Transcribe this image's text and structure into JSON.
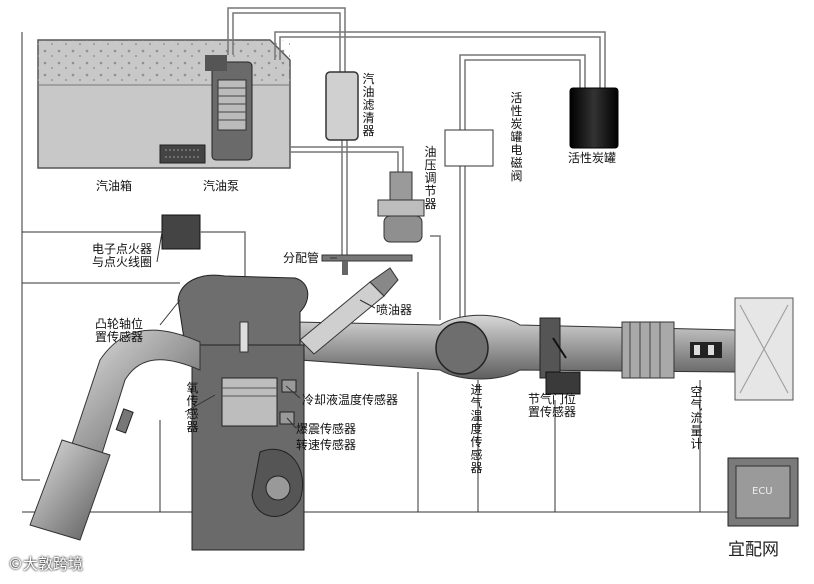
{
  "labels": {
    "fuel_tank": "汽油箱",
    "fuel_pump": "汽油泵",
    "fuel_filter": "汽油滤清器",
    "carbon_canister": "活性炭罐",
    "canister_solenoid": "活性炭罐电磁阀",
    "pressure_regulator": "油压调节器",
    "ignition_coil": "电子点火器与点火线圈",
    "fuel_rail": "分配管",
    "injector": "喷油器",
    "cam_sensor": "凸轮轴位置传感器",
    "o2_sensor": "氧传感器",
    "coolant_sensor": "冷却液温度传感器",
    "knock_sensor": "爆震传感器",
    "speed_sensor": "转速传感器",
    "intake_temp_sensor": "进气温度传感器",
    "throttle_sensor": "节气门位置传感器",
    "air_flow_meter": "空气流量计",
    "ecu": "ECU"
  },
  "watermarks": {
    "left": "©大敦跨境",
    "right": "宜配网"
  },
  "colors": {
    "tank": "#c9c9c9",
    "metal": "#8a8a8a",
    "dark": "#1a1a1a",
    "wire": "#9a9a9a"
  }
}
